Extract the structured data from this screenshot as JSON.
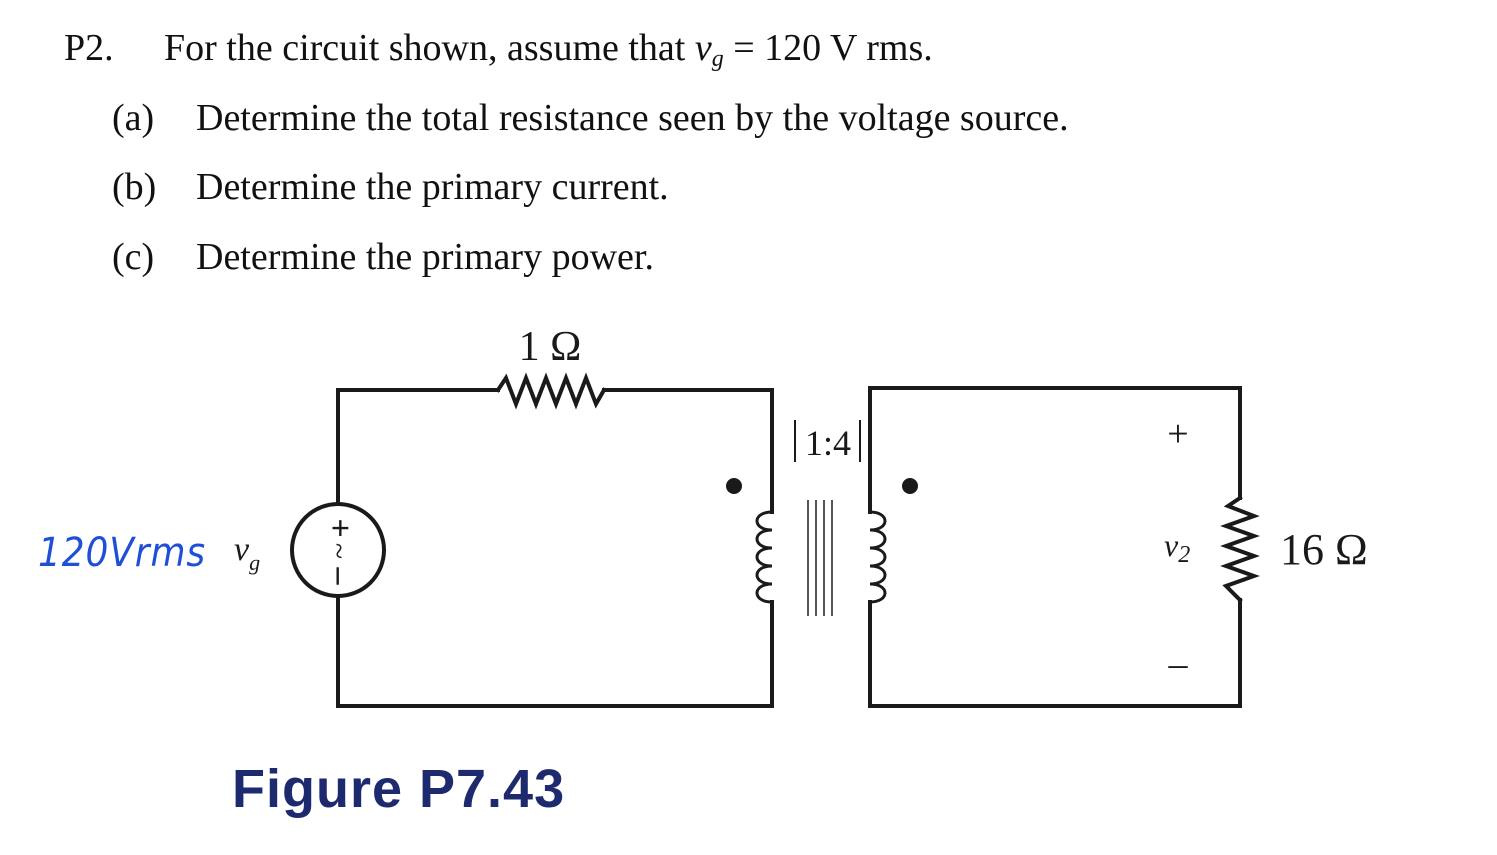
{
  "problem": {
    "number": "P2.",
    "intro_before": "For the circuit shown, assume that ",
    "var_main": "v",
    "var_sub": "g",
    "intro_after": " = 120 V rms.",
    "parts": [
      {
        "label": "(a)",
        "text": "Determine the total resistance seen by the voltage source."
      },
      {
        "label": "(b)",
        "text": "Determine the primary current."
      },
      {
        "label": "(c)",
        "text": "Determine the primary power."
      }
    ]
  },
  "circuit": {
    "resistor_primary": "1 Ω",
    "turns_ratio": "1:4",
    "source_label_main": "v",
    "source_label_sub": "g",
    "secondary_voltage_main": "v",
    "secondary_voltage_sub": "2",
    "load_resistor": "16 Ω",
    "plus_sign": "+",
    "minus_sign": "–",
    "handwritten_annotation": "120Vrms"
  },
  "figure": {
    "caption": "Figure P7.43"
  },
  "colors": {
    "ink": "#1a1a1a",
    "caption_blue": "#1e2a6e",
    "handwriting_blue": "#1f4fd6"
  }
}
